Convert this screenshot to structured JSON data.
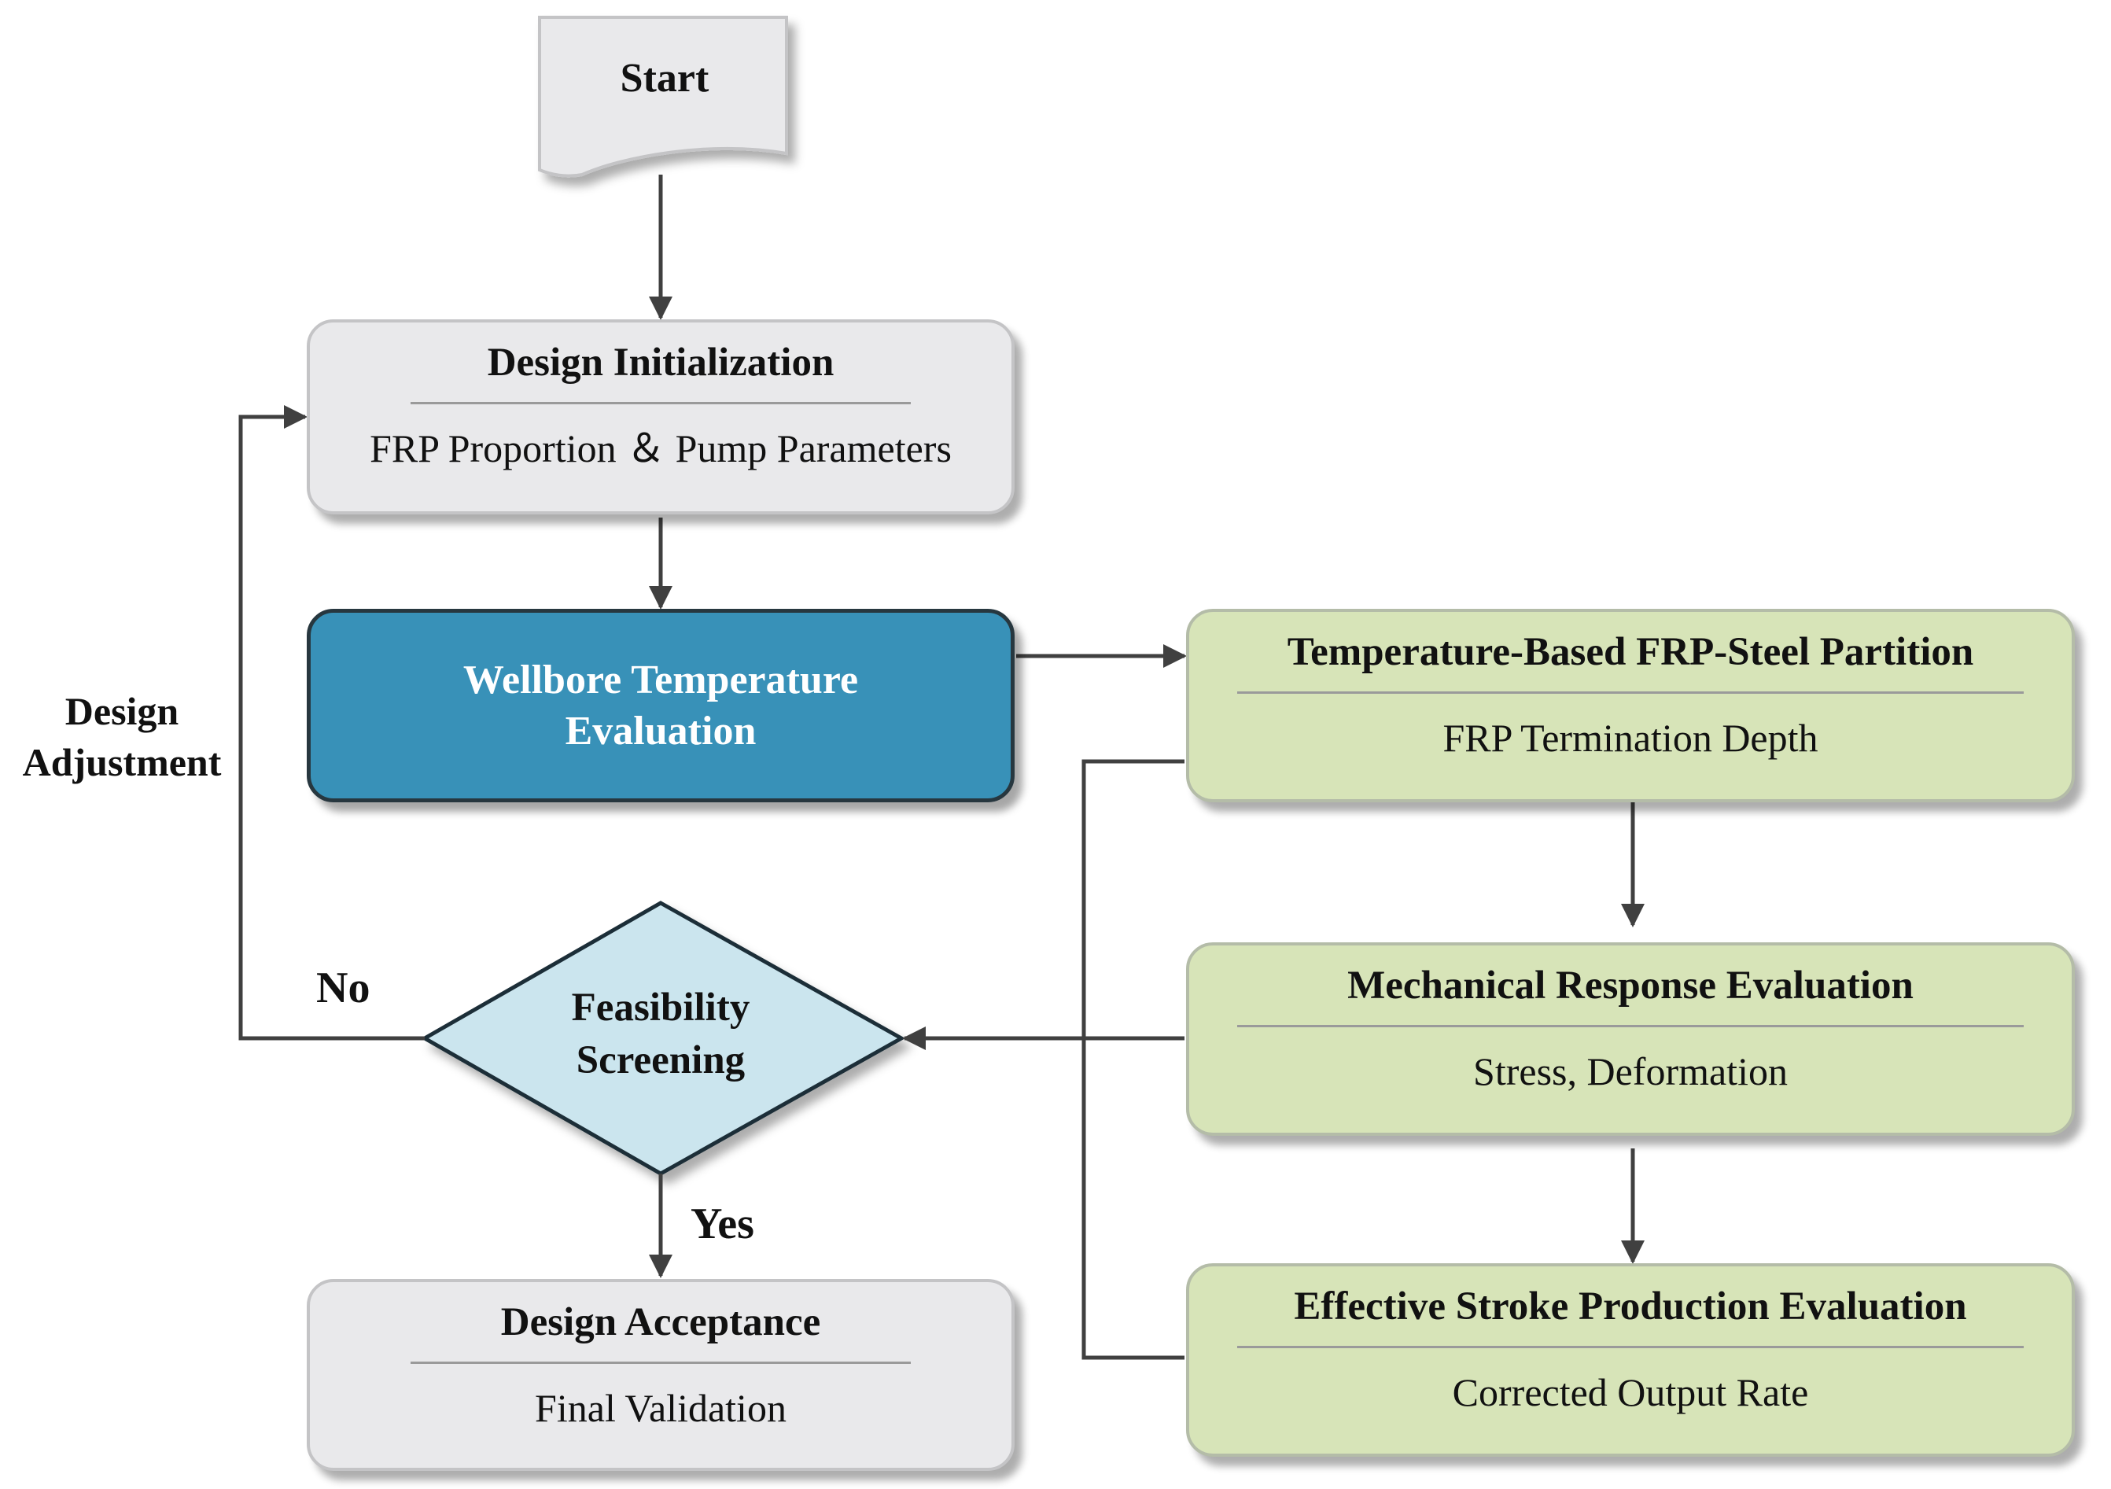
{
  "nodes": {
    "start": {
      "label": "Start"
    },
    "design_initialization": {
      "title": "Design Initialization",
      "subtitle": "FRP Proportion ＆ Pump Parameters"
    },
    "wellbore": {
      "line1": "Wellbore Temperature",
      "line2": "Evaluation"
    },
    "partition": {
      "title": "Temperature-Based FRP-Steel Partition",
      "subtitle": "FRP Termination Depth"
    },
    "mechanical": {
      "title": "Mechanical Response Evaluation",
      "subtitle": "Stress, Deformation"
    },
    "stroke": {
      "title": "Effective Stroke Production Evaluation",
      "subtitle": "Corrected Output Rate"
    },
    "feasibility": {
      "line1": "Feasibility",
      "line2": "Screening"
    },
    "acceptance": {
      "title": "Design Acceptance",
      "subtitle": "Final Validation"
    }
  },
  "edge_labels": {
    "no": "No",
    "yes": "Yes",
    "adjustment_line1": "Design",
    "adjustment_line2": "Adjustment"
  },
  "colors": {
    "gray_fill": "#e9e9eb",
    "green_fill": "#d7e4b8",
    "blue_fill": "#3891b8",
    "decision_fill": "#cbe5ee",
    "connector": "#404040"
  }
}
